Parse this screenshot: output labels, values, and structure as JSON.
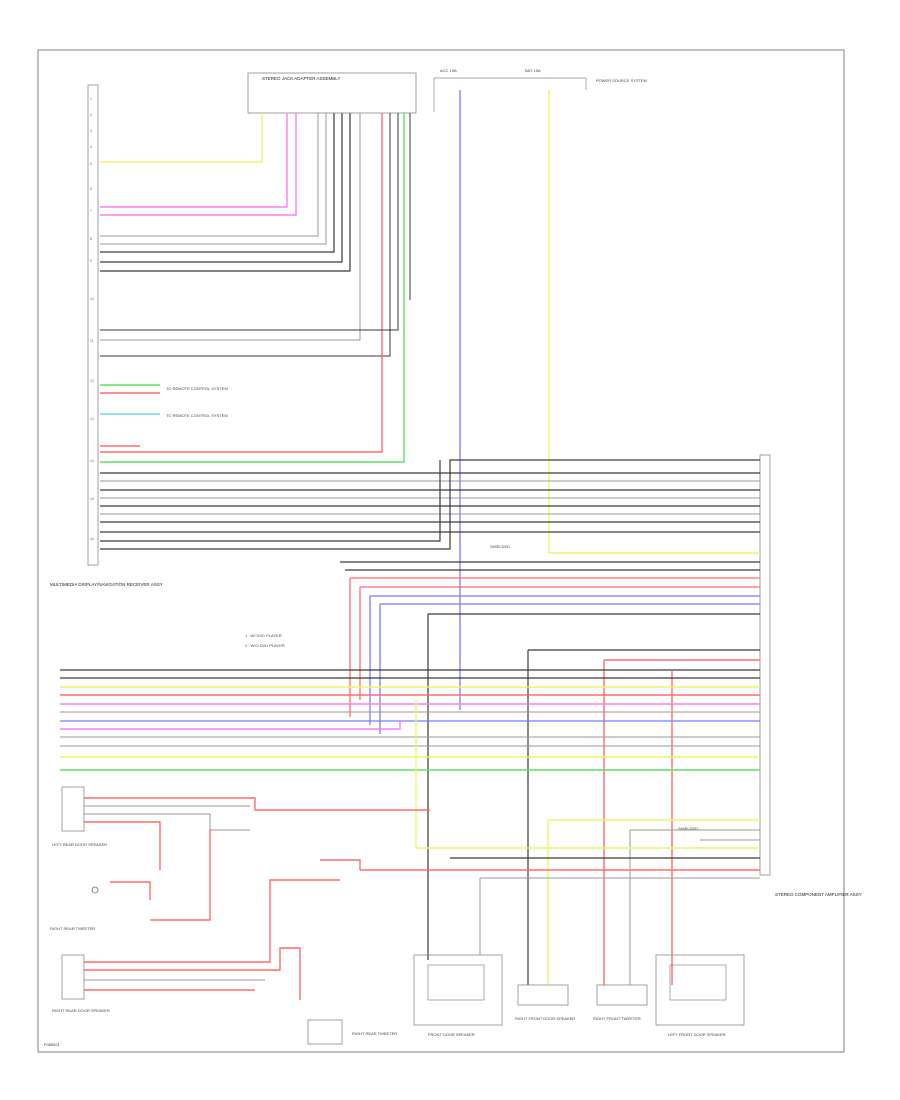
{
  "colors": {
    "yellow": "#f2f26a",
    "pink": "#ff7fe6",
    "red": "#ff6b6b",
    "blue": "#7b7bff",
    "green": "#5fe05f",
    "cyan": "#6fd7e6",
    "black": "#3a3a3a",
    "gray": "#9a9a9a",
    "border": "#7a7a7a"
  },
  "page": {
    "footer_code": "F085521"
  },
  "connectors": {
    "left_module": "MULTIMEDIA DISPLAY/NAVIGATION RECEIVER ASSY",
    "top_module": "STEREO JACK ADAPTER ASSEMBLY",
    "right_module": "STEREO COMPONENT AMPLIFIER ASSY",
    "fuse_top_left": "ACC 15A",
    "fuse_top_right": "BAT 15A",
    "top_right_note": "POWER SOURCE SYSTEM",
    "left_ext_1": "TO REMOTE CONTROL SYSTEM",
    "left_ext_2": "TO REMOTE CONTROL SYSTEM",
    "mid_legend_1": "1 : W/ DVD PLAYER",
    "mid_legend_2": "2 : W/O DVD PLAYER",
    "shielded_1": "SHIELDED",
    "shielded_2": "SHIELDED",
    "speaker_left_rear": "LEFT REAR DOOR SPEAKER",
    "speaker_right_rear": "RIGHT REAR DOOR SPEAKER",
    "tweeter_right": "RIGHT REAR TWEETER",
    "speaker_front": "FRONT DOOR SPEAKER",
    "speaker_center": "RIGHT FRONT DOOR SPEAKER",
    "speaker_right_front_tweet": "RIGHT FRONT TWEETER",
    "speaker_left_front": "LEFT FRONT DOOR SPEAKER"
  }
}
